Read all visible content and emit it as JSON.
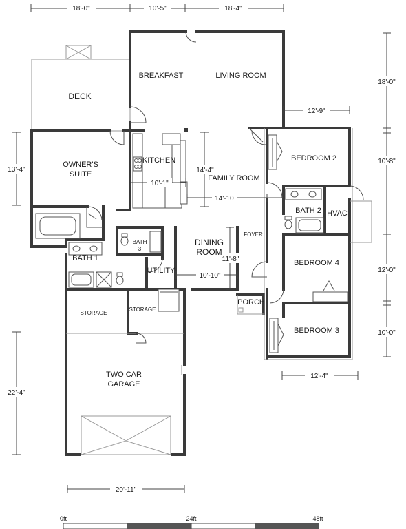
{
  "rooms": {
    "deck": "DECK",
    "breakfast": "BREAKFAST",
    "living_room": "LIVING ROOM",
    "owners_suite_1": "OWNER'S",
    "owners_suite_2": "SUITE",
    "kitchen": "KITCHEN",
    "family_room": "FAMILY ROOM",
    "bedroom_2": "BEDROOM 2",
    "bath_2": "BATH 2",
    "hvac": "HVAC",
    "foyer": "FOYER",
    "bath_3_a": "BATH",
    "bath_3_b": "3",
    "dining_room_1": "DINING",
    "dining_room_2": "ROOM",
    "bath_1": "BATH 1",
    "utility": "UTILITY",
    "bedroom_4": "BEDROOM 4",
    "porch": "PORCH",
    "storage_left": "STORAGE",
    "storage_right": "STORAGE",
    "bedroom_3": "BEDROOM 3",
    "garage_1": "TWO CAR",
    "garage_2": "GARAGE"
  },
  "dimensions": {
    "top_left": "18'-0\"",
    "top_mid": "10'-5\"",
    "top_right": "18'-4\"",
    "right_1": "18'-0\"",
    "right_2": "10'-8\"",
    "right_3": "12'-0\"",
    "right_4": "10'-0\"",
    "left_suite": "13'-4\"",
    "left_garage": "22'-4\"",
    "living_width": "12'-9\"",
    "kitchen_width": "10'-1\"",
    "family_height": "14'-4\"",
    "family_width": "14'-10",
    "dining_height": "11'-8\"",
    "dining_width": "10'-10\"",
    "bedroom3_width": "12'-4\"",
    "garage_width": "20'-11\""
  },
  "scale": {
    "start": "0ft",
    "mid": "24ft",
    "end": "48ft"
  }
}
